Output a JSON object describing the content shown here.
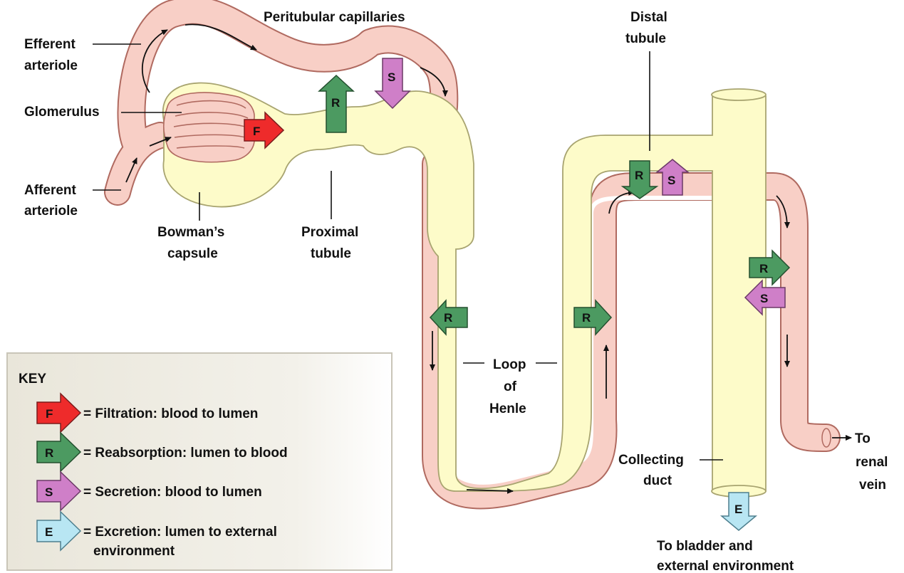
{
  "colors": {
    "blood": "#f8cfc6",
    "blood_outline": "#b06a60",
    "lumen": "#fdfbc9",
    "lumen_outline": "#a8a470",
    "filtration": "#ee2b2b",
    "reabsorption": "#4c9a61",
    "secretion": "#cf7fc8",
    "excretion": "#b8e6f3",
    "key_background": "#efece2"
  },
  "labels": {
    "peritubular": "Peritubular capillaries",
    "efferent_1": "Efferent",
    "efferent_2": "arteriole",
    "glomerulus": "Glomerulus",
    "afferent_1": "Afferent",
    "afferent_2": "arteriole",
    "bowman_1": "Bowman’s",
    "bowman_2": "capsule",
    "proximal_1": "Proximal",
    "proximal_2": "tubule",
    "distal_1": "Distal",
    "distal_2": "tubule",
    "loop_1": "Loop",
    "loop_2": "of",
    "loop_3": "Henle",
    "collecting_1": "Collecting",
    "collecting_2": "duct",
    "renal_1": "To",
    "renal_2": "renal",
    "renal_3": "vein",
    "bladder_1": "To bladder and",
    "bladder_2": "external environment"
  },
  "process_letters": {
    "filtration": "F",
    "reabsorption": "R",
    "secretion": "S",
    "excretion": "E"
  },
  "key": {
    "title": "KEY",
    "items": [
      {
        "letter": "F",
        "text": "= Filtration: blood to lumen",
        "icon": "filtration-arrow-icon"
      },
      {
        "letter": "R",
        "text": "= Reabsorption: lumen to blood",
        "icon": "reabsorption-arrow-icon"
      },
      {
        "letter": "S",
        "text": "= Secretion: blood to lumen",
        "icon": "secretion-arrow-icon"
      },
      {
        "letter": "E",
        "text": "= Excretion: lumen to external",
        "text_2": "environment",
        "icon": "excretion-arrow-icon"
      }
    ]
  }
}
